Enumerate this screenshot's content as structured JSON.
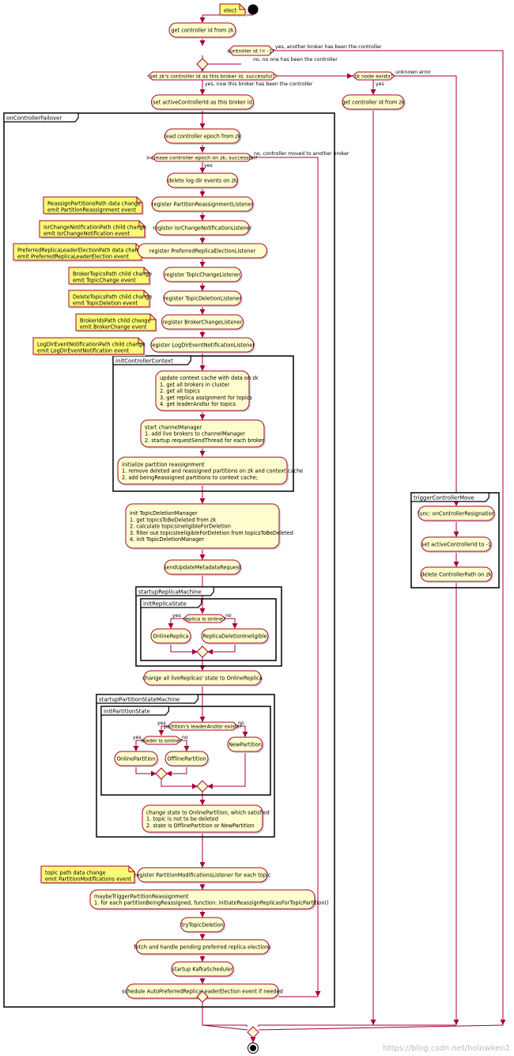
{
  "notes": {
    "elect": "elect",
    "reassign": [
      "ReassignPartitionsPath data change",
      "emit PartitionReassignment event"
    ],
    "isr": [
      "IsrChangeNotificationPath child change",
      "emit IsrChangeNotification event"
    ],
    "preferred": [
      "PreferredReplicaLeaderElectionPath data change",
      "emit PreferredReplicaLeaderElection event"
    ],
    "brokerTopics": [
      "BrokerTopicsPath child change",
      "emit TopicChange event"
    ],
    "deleteTopics": [
      "DeleteTopicsPath child change",
      "emit TopicDeletion event"
    ],
    "brokerIds": [
      "BrokerIdsPath child change",
      "emit BrokerChange event"
    ],
    "logDir": [
      "LogDirEventNotificationPath child change",
      "emit LogDirEventNotification event"
    ],
    "topicPath": [
      "topic path data change",
      "emit PartitionModifications event"
    ]
  },
  "activities": {
    "getControllerId": "get controller id from zk",
    "setActiveId": "set activeControllerId as this broker id",
    "getControllerId2": "get controller id from zk",
    "readEpoch": "read controller epoch from zk",
    "deleteLogDir": "delete log dir events on zk",
    "regReassign": "register PartitionReassignmentListener",
    "regIsr": "register IsrChangeNotificationListener",
    "regPreferred": "register PreferredReplicaElectionListener",
    "regTopicChange": "register TopicChangeListener",
    "regTopicDeletion": "register TopicDeletionListener",
    "regBrokerChange": "register BrokerChangeListener",
    "regLogDir": "register LogDirEventNotificationListener",
    "updateCache": [
      "update context cache with data on zk",
      "1. get all brokers in cluster",
      "2. get all topics",
      "3. get replica assignment for topics",
      "4. get leaderAndIsr for topics"
    ],
    "startChannel": [
      "start channelManager",
      "1. add live brokers to channelManager",
      "2. startup requestSendThread for each broker"
    ],
    "initReassign": [
      "initialize partition reassignment",
      "1. remove deleted and reassigned partitions on zk and context cache",
      "2. add beingReassigned partitions to context cache;"
    ],
    "initDeletion": [
      "init TopicDeletionManager",
      "1. get topicsToBeDeleted from zk",
      "2. calculate topicsIneligibleForDeletion",
      "3. filter out topicsIneligibleForDeletion from topicsToBeDeleted",
      "4. init TopicDeletionManager"
    ],
    "sendUpdate": "sendUpdateMetadataRequest",
    "onlineReplica": "OnlineReplica",
    "replicaIneligible": "ReplicaDeletionIneligible",
    "changeReplicas": "change all liveReplicas' state to OnlineReplica",
    "onlinePartition": "OnlinePartition",
    "offlinePartition": "OfflinePartition",
    "newPartition": "NewPartition",
    "changeState": [
      "change state to OnlinePartition, which satisfied",
      "1. topic is not to be deleted",
      "2. state is OfflinePartition or NewPartition"
    ],
    "regModifications": "register PartitionModificationsListener for each topic",
    "maybeTrigger": [
      "maybeTriggerPartitionReassignment",
      "1. for each partitionBeingReassigned, function: initiateReassignReplicasForTopicPartition()"
    ],
    "tryDeletion": "tryTopicDeletion",
    "fetchElections": "fetch and handle pending preferred replica elections",
    "startupScheduler": "startup KafkaScheduler",
    "schedule": "schedule AutoPreferredReplicaLeaderElection event if needed",
    "funcResign": "func: onControllerResignation",
    "setMinus": "set activeControllerId to -1",
    "deletePath": "delete ControllerPath on zk"
  },
  "decisions": {
    "controllerId": "controller id != -1?",
    "setZk": "set zk's controller id as this broker id, successful?",
    "nodeExists": "zk node exists?",
    "increaseEpoch": "increase controller epoch on zk, successful?",
    "replicaOnline": "replica is online?",
    "leaderExists": "partition's leaderAndIsr exists?",
    "leaderOnline": "leader is online?"
  },
  "labels": {
    "yesAnother": "yes, another broker has been the controller",
    "noOne": "no, no one has been the controller",
    "yesNow": "yes, now this broker has been the controller",
    "unknownError": "unknown error",
    "yes": "yes",
    "no": "no",
    "noMoved": "no, controller moved to another broker"
  },
  "groups": {
    "onControllerFailover": "onControllerFailover",
    "initControllerContext": "initControllerContext",
    "startupReplicaMachine": "startupReplicaMachine",
    "initReplicaState": "initReplicaState",
    "startupPartitionStateMachine": "startupPartitionStateMachine",
    "initPartitionState": "initPartitionState",
    "triggerControllerMove": "triggerControllerMove"
  },
  "watermark": "https://blog.csdn.net/holowken2"
}
